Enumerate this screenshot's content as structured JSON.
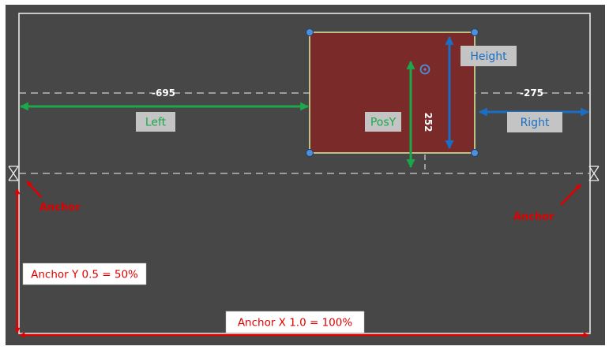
{
  "measurements": {
    "offset_left_value": "-695",
    "offset_right_value": "-275",
    "height_value": "252"
  },
  "labels": {
    "left": "Left",
    "right": "Right",
    "height": "Height",
    "pos_y": "PosY",
    "anchor_left": "Anchor",
    "anchor_right": "Anchor",
    "anchor_y": "Anchor Y 0.5 = 50%",
    "anchor_x": "Anchor X 1.0 = 100%"
  },
  "colors": {
    "canvas_bg": "#474747",
    "rect_fill": "#7b2a2a",
    "green": "#1aa84a",
    "blue": "#1a6fc4",
    "red": "#e00000",
    "label_bg": "#c4c4c4"
  },
  "icons": {
    "anchor_left": "anchor-bowtie-icon",
    "anchor_right": "anchor-bowtie-icon",
    "pivot": "pivot-circle-icon",
    "handles": "resize-handle-icon"
  }
}
